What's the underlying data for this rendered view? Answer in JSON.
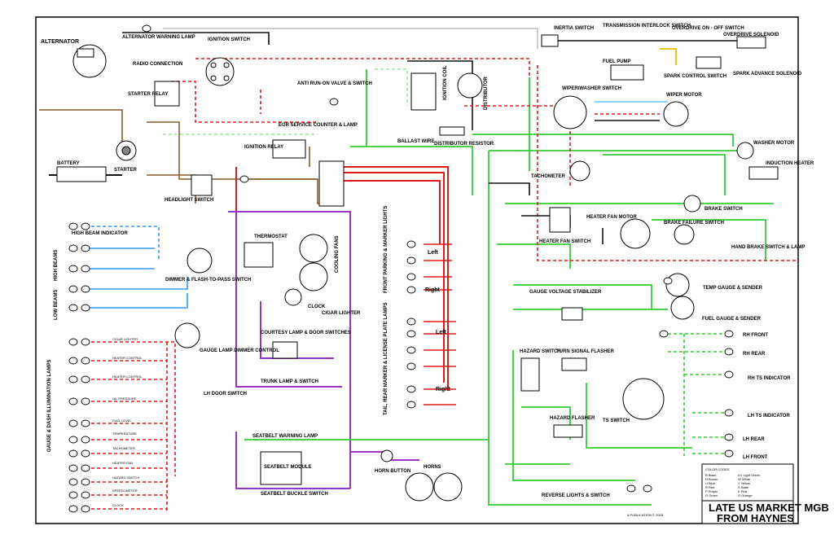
{
  "labels": {
    "alternator": "ALTERNATOR",
    "alternator_warning_lamp": "ALTERNATOR WARNING LAMP",
    "ignition_switch": "IGNITION SWITCH",
    "radio_connection": "RADIO CONNECTION",
    "starter_relay": "STARTER RELAY",
    "anti_run_on": "ANTI RUN-ON VALVE & SWITCH",
    "egr_service": "EGR SERVICE COUNTER & LAMP",
    "ignition_relay": "IGNITION RELAY",
    "battery": "BATTERY",
    "starter": "STARTER",
    "headlight_switch": "HEADLIGHT SWITCH",
    "high_beam_indicator": "HIGH BEAM INDICATOR",
    "high_beams": "HIGH BEAMS",
    "low_beams": "LOW BEAMS",
    "dimmer": "DIMMER & FLASH-TO-PASS SWITCH",
    "thermostat": "THERMOSTAT",
    "cooling_fans": "COOLING FANS",
    "clock": "CLOCK",
    "cigar_lighter": "CIGAR LIGHTER",
    "courtesy_lamp": "COURTESY LAMP & DOOR SWITCHES",
    "gauge_lamp_dimmer": "GAUGE LAMP DIMMER CONTROL",
    "gauge_dash_lamps": "GAUGE & DASH ILLUMINATION LAMPS",
    "trunk_lamp": "TRUNK LAMP & SWITCH",
    "lh_door_switch": "LH DOOR SWITCH",
    "seatbelt_warning_lamp": "SEATBELT WARNING LAMP",
    "seatbelt_module": "SEATBELT MODULE",
    "seatbelt_buckle": "SEATBELT BUCKLE SWITCH",
    "horn_button": "HORN BUTTON",
    "horns": "HORNS",
    "inertia_switch": "INERTIA SWITCH",
    "transmission_interlock": "TRANSMISSION INTERLOCK SWITCH",
    "overdrive_switch": "OVERDRIVE ON - OFF SWITCH",
    "overdrive_solenoid": "OVERDRIVE SOLENOID",
    "fuel_pump": "FUEL PUMP",
    "spark_control": "SPARK CONTROL SWITCH",
    "spark_advance": "SPARK ADVANCE SOLENOID",
    "ignition_coil": "IGNITION COIL",
    "distributor": "DISTRIBUTOR",
    "ballast_wire": "BALLAST WIRE",
    "distributor_resistor": "DISTRIBUTOR RESISTOR",
    "wiper_washer_switch": "WIPER/WASHER SWITCH",
    "wiper_motor": "WIPER MOTOR",
    "washer_motor": "WASHER MOTOR",
    "induction_heater": "INDUCTION HEATER",
    "tachometer": "TACHOMETER",
    "heater_fan_motor": "HEATER FAN MOTOR",
    "heater_fan_switch": "HEATER FAN SWITCH",
    "brake_switch": "BRAKE SWITCH",
    "brake_failure_switch": "BRAKE FAILURE SWITCH",
    "hand_brake": "HAND BRAKE SWITCH & LAMP",
    "temp_gauge": "TEMP GAUGE & SENDER",
    "gauge_voltage_stabilizer": "GAUGE VOLTAGE STABILIZER",
    "fuel_gauge": "FUEL GAUGE & SENDER",
    "front_parking": "FRONT PARKING & MARKER LIGHTS",
    "tail_rear": "TAIL, REAR MARKER & LICENSE PLATE LAMPS",
    "left": "Left",
    "right": "Right",
    "hazard_switch": "HAZARD SWITCH",
    "turn_signal_flasher": "TURN SIGNAL FLASHER",
    "hazard_flasher": "HAZARD FLASHER",
    "ts_switch": "TS SWITCH",
    "rh_front": "RH FRONT",
    "rh_rear": "RH REAR",
    "rh_ts_indicator": "RH TS INDICATOR",
    "lh_ts_indicator": "LH TS INDICATOR",
    "lh_rear": "LH REAR",
    "lh_front": "LH FRONT",
    "reverse_lights": "REVERSE LIGHTS & SWITCH",
    "color_codes": "COLOR CODES",
    "title_line1": "LATE US MARKET MGB",
    "title_line2": "FROM HAYNES",
    "publication": "A PUBLICATION © 2005"
  },
  "dash_lamps": [
    "CIGAR LIGHTER",
    "HEATER CONTROL",
    "HEATER CONTROL",
    "OIL PRESSURE",
    "FUEL LEVEL",
    "TEMPERATURE",
    "TACHOMETER",
    "HEATER FAN",
    "HAZARD SWITCH",
    "SPEEDOMETER",
    "CLOCK"
  ],
  "color_legend": [
    "B  Black",
    "N  Brown",
    "U  Blue",
    "R  Red",
    "P  Purple",
    "G  Green",
    "LG  Light Green",
    "W  White",
    "Y  Yellow",
    "S  Slate",
    "K  Pink",
    "O  Orange"
  ],
  "wire_colors": {
    "red": "#e01b1b",
    "green": "#33cc33",
    "purple": "#9933cc",
    "brown": "#8b5a2b",
    "blue": "#3399ff",
    "yellow": "#e8c81a",
    "black": "#111111",
    "white": "#bfbfbf",
    "light_green": "#9be59b",
    "light_blue": "#66c2ff"
  }
}
